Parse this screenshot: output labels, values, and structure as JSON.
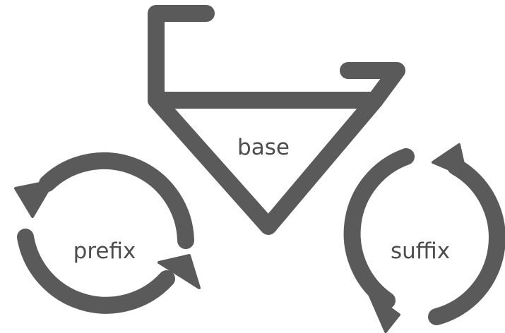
{
  "diagram": {
    "labels": {
      "base": "base",
      "prefix": "prefix",
      "suffix": "suffix"
    },
    "colors": {
      "stroke": "#5a5a5a",
      "text": "#4d4d4d",
      "background": "#ffffff"
    }
  }
}
